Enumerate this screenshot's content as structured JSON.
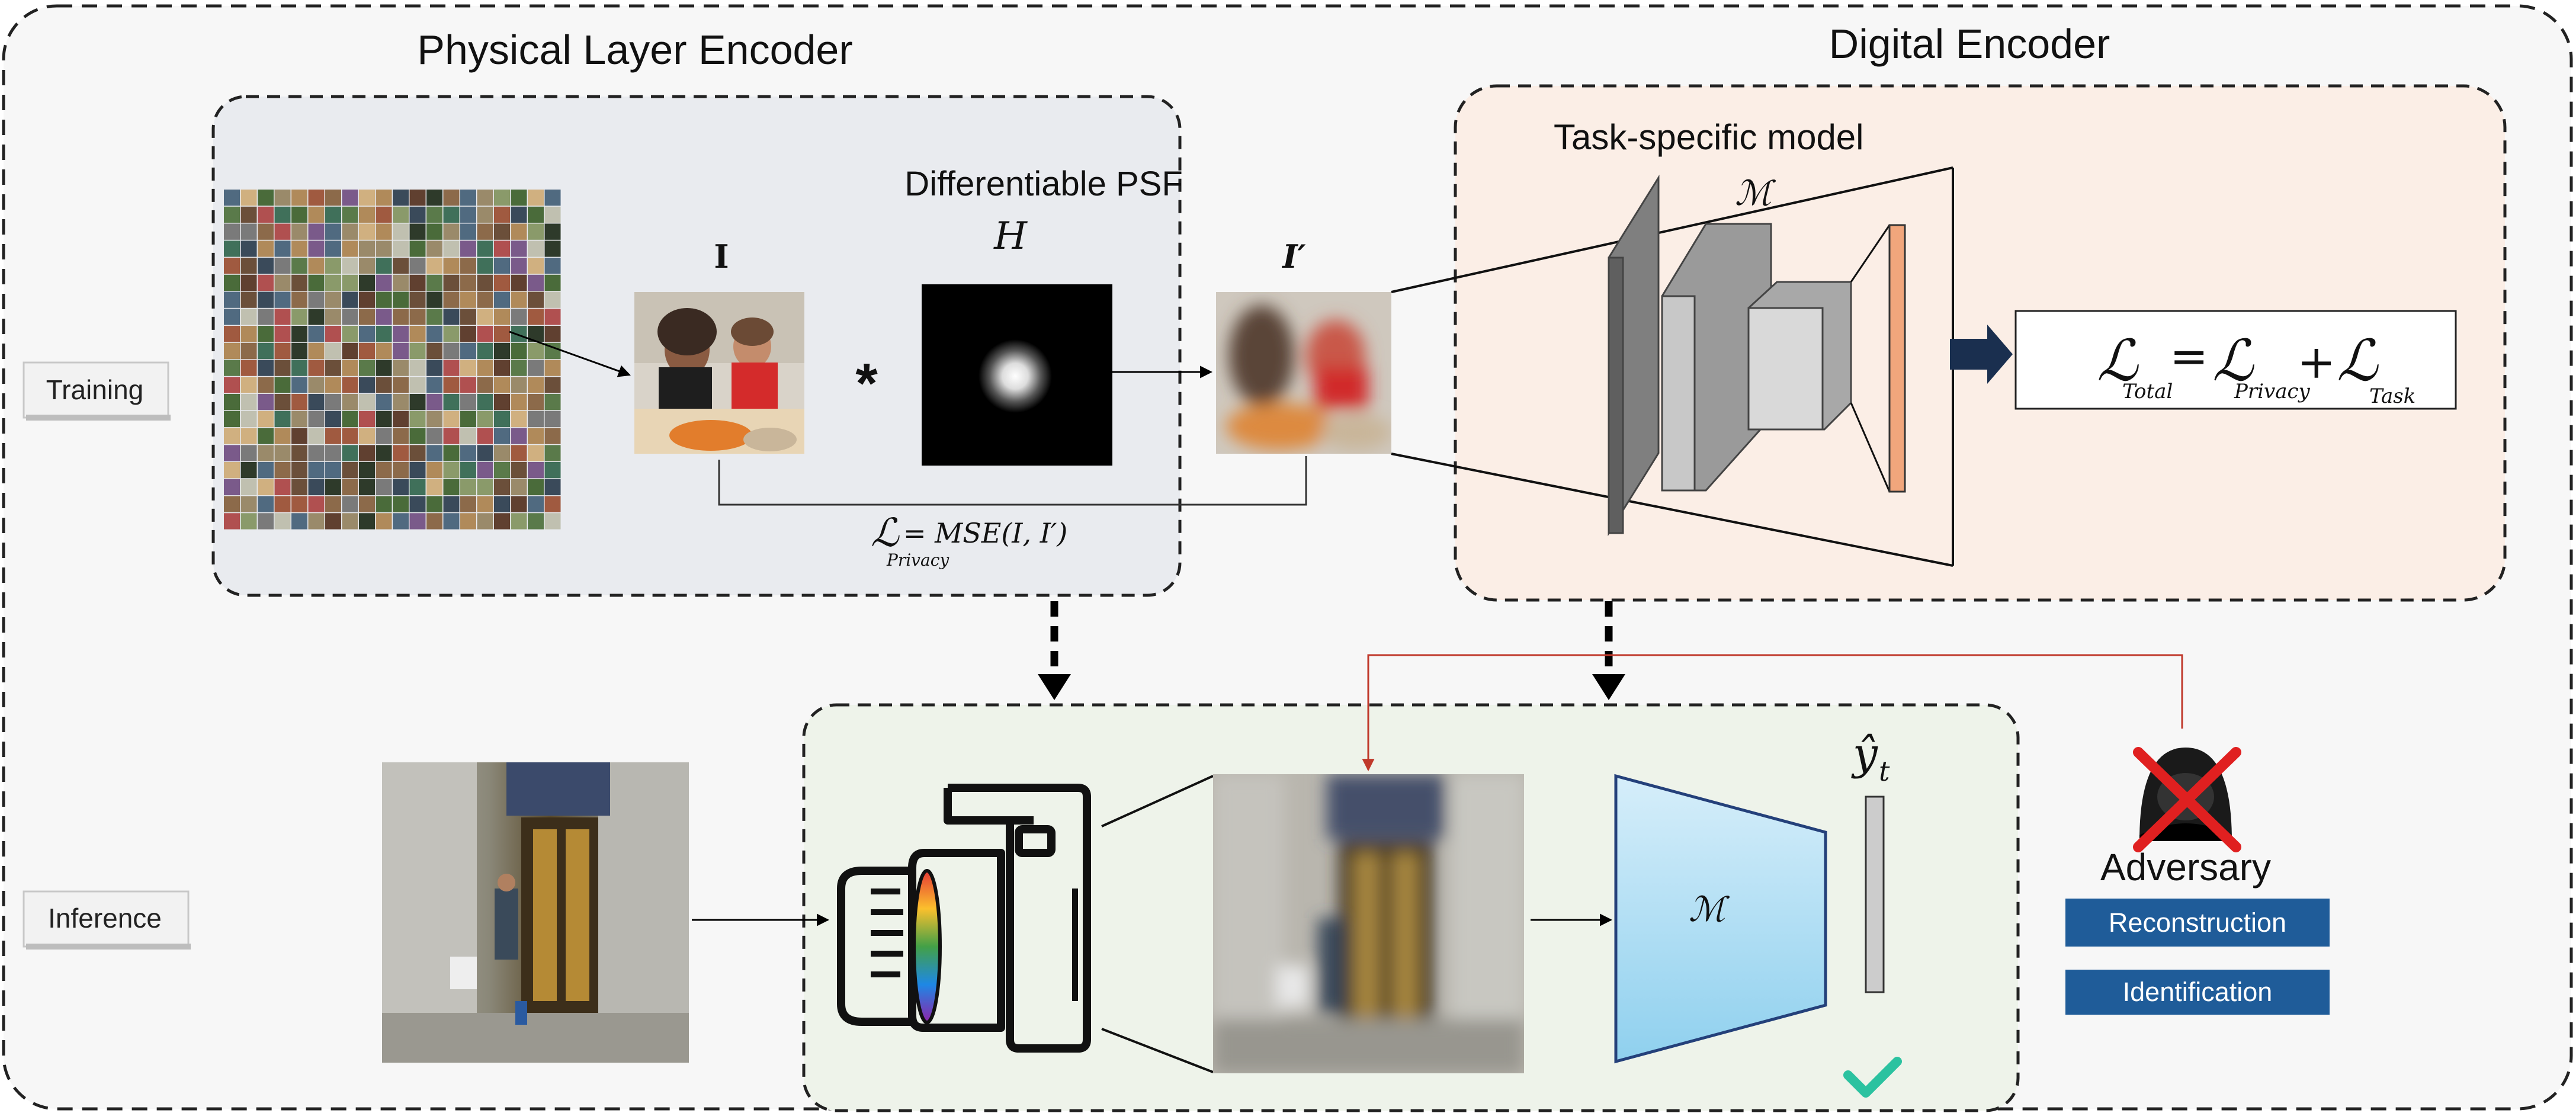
{
  "sections": {
    "physical_title": "Physical Layer Encoder",
    "digital_title": "Digital Encoder"
  },
  "modes": {
    "training": "Training",
    "inference": "Inference"
  },
  "physical": {
    "psf_label": "Differentiable PSF",
    "psf_symbol": "H",
    "input_symbol": "I",
    "output_symbol": "I′",
    "conv_symbol": "*",
    "privacy_loss_symbol": "ℒ",
    "privacy_loss_sub": "Privacy",
    "privacy_loss_rhs": "= MSE(I, I′)"
  },
  "digital": {
    "task_model_label": "Task-specific model",
    "model_symbol": "ℳ",
    "total_loss": {
      "symbol": "ℒ",
      "total_sub": "Total",
      "privacy_sub": "Privacy",
      "task_sub": "Task",
      "equals": "=",
      "plus": "+"
    }
  },
  "inference": {
    "model_symbol": "ℳ",
    "output_symbol": "ŷ",
    "output_sub": "t"
  },
  "adversary": {
    "label": "Adversary",
    "attacks": [
      "Reconstruction",
      "Identification"
    ]
  },
  "colors": {
    "outer_bg": "#f7f7f7",
    "physical_bg": "#e9ebef",
    "digital_bg": "#fbeee6",
    "inference_bg": "#eef3ea",
    "attack_button": "#1f5c99",
    "check": "#2bc2a0",
    "adversary_cross": "#e02020",
    "feedback_line": "#c0392b",
    "model_fill": "#a9dcf2"
  }
}
